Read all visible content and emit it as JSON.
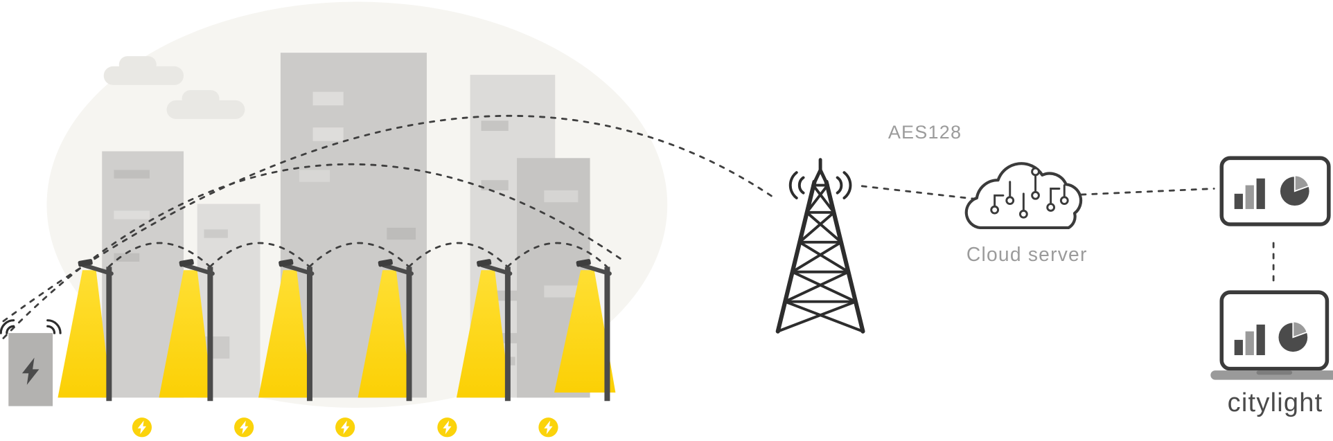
{
  "labels": {
    "encryption": "AES128",
    "cloud_server": "Cloud server",
    "brand": "citylight"
  },
  "icons": {
    "gateway": "gateway-box-icon",
    "wifi": "wifi-signal-icon",
    "streetlight": "streetlight-icon",
    "energy_badge": "lightning-badge-icon",
    "radio_tower": "radio-tower-icon",
    "radio_waves": "radio-waves-icon",
    "cloud": "cloud-circuit-icon",
    "monitor_dashboard": "dashboard-monitor-icon",
    "laptop_dashboard": "dashboard-laptop-icon",
    "bar_chart": "bar-chart-icon",
    "pie_chart": "pie-chart-icon"
  },
  "counts": {
    "streetlights": 6,
    "energy_badges": 5
  },
  "colors": {
    "accent_yellow": "#FBD30B",
    "ink": "#2D2D2D",
    "label_gray": "#9B9B9B",
    "brand_gray": "#4A4A4A",
    "city_blob": "#F6F5F1",
    "cloud_decor": "#E9E8E4",
    "building_light": "#DEDDDB",
    "building_mid": "#CCCBC9",
    "building_dark": "#C6C5C3"
  }
}
